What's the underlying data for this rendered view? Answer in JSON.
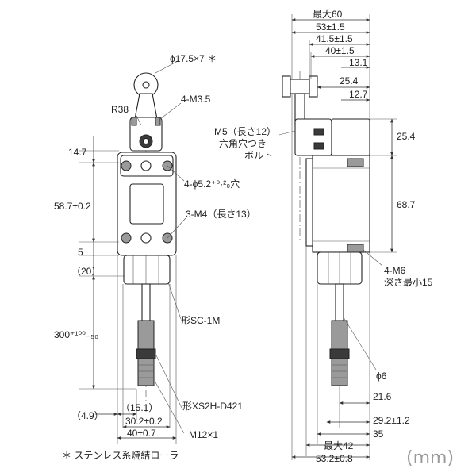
{
  "front_view": {
    "phi17": "ϕ17.5×7 ＊",
    "r38": "R38",
    "m35": "4-M3.5",
    "d147": "14.7",
    "d587": "58.7±0.2",
    "hole": "4-ϕ5.2⁺⁰·²₀穴",
    "m4": "3-M4（長さ13）",
    "d5": "5",
    "d20": "（20）",
    "sc1m": "形SC-1M",
    "d300": "300⁺¹⁰⁰₋₅₀",
    "xs2h": "形XS2H-D421",
    "d49": "（4.9）",
    "d151": "（15.1）",
    "d302": "30.2±0.2",
    "d40": "40±0.7",
    "m12": "M12×1"
  },
  "side_view": {
    "max60": "最大60",
    "d53": "53±1.5",
    "d415": "41.5±1.5",
    "d40": "40±1.5",
    "d131": "13.1",
    "d254a": "25.4",
    "d127": "12.7",
    "m5_line1": "M5（長さ12）",
    "m5_line2": "六角穴つき",
    "m5_line3": "ボルト",
    "d254b": "25.4",
    "d687": "68.7",
    "m6_line1": "4-M6",
    "m6_line2": "深さ最小15",
    "phi6": "ϕ6",
    "d216": "21.6",
    "d292": "29.2±1.2",
    "d35": "35",
    "max42": "最大42",
    "d532": "53.2±0.8"
  },
  "note": "＊ ステンレス系焼結ローラ",
  "unit": "(mm)",
  "colors": {
    "line": "#222222",
    "fill_dark": "#3a3a3a",
    "fill_mid": "#9a9a9a",
    "unit": "#9a9a9a"
  }
}
